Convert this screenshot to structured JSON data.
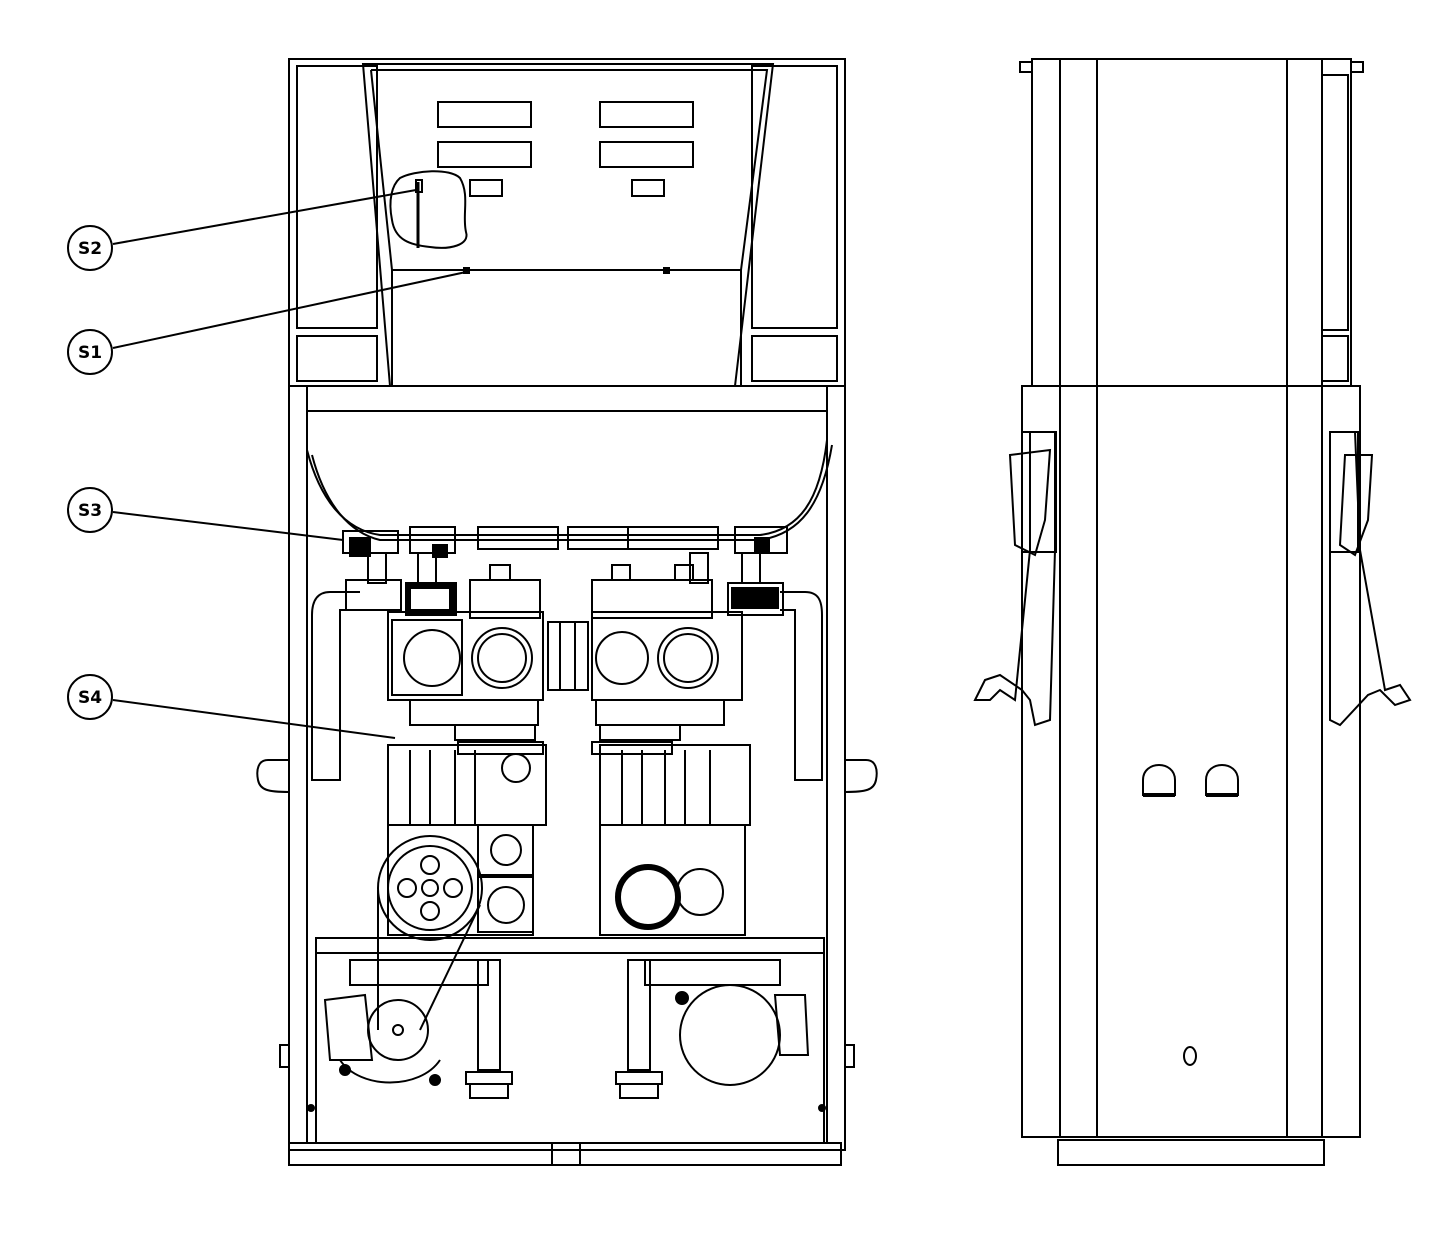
{
  "callouts": [
    {
      "id": "s2",
      "label": "S2"
    },
    {
      "id": "s1",
      "label": "S1"
    },
    {
      "id": "s3",
      "label": "S3"
    },
    {
      "id": "s4",
      "label": "S4"
    }
  ],
  "colors": {
    "line": "#000000",
    "background": "#ffffff"
  },
  "views": [
    "front-view",
    "side-view"
  ]
}
